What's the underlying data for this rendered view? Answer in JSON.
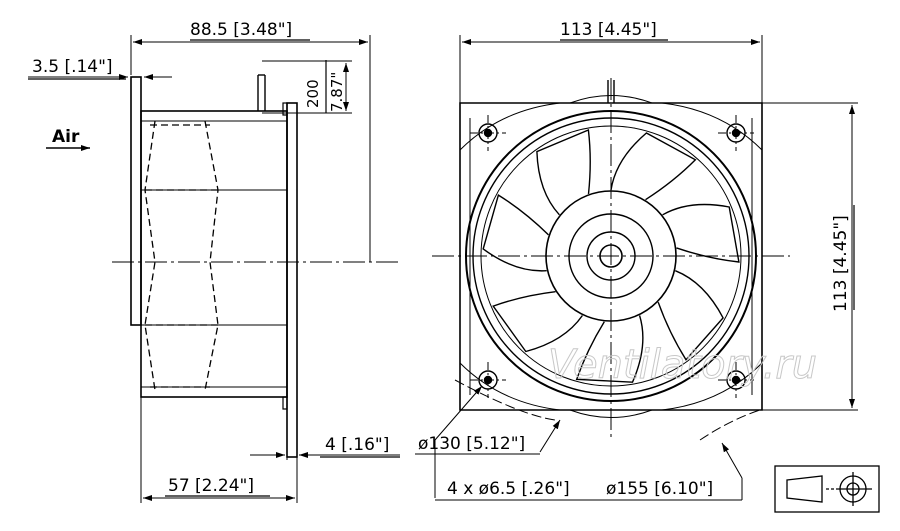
{
  "side_view": {
    "overall_length": "88.5 [3.48\"]",
    "front_offset": "3.5 [.14\"]",
    "lead_length": "200",
    "lead_length_in": "7.87\"",
    "airflow_label": "Air",
    "flange_thickness": "4 [.16\"]",
    "body_length": "57 [2.24\"]"
  },
  "front_view": {
    "width": "113 [4.45\"]",
    "height": "113 [4.45\"]",
    "bore_diameter": "ø130 [5.12\"]",
    "mounting_holes": "4 x ø6.5 [.26\"]",
    "hole_circle_diameter": "ø155 [6.10\"]"
  },
  "watermark": "Ventilatory.ru",
  "projection_symbol": "first-angle-projection-icon"
}
